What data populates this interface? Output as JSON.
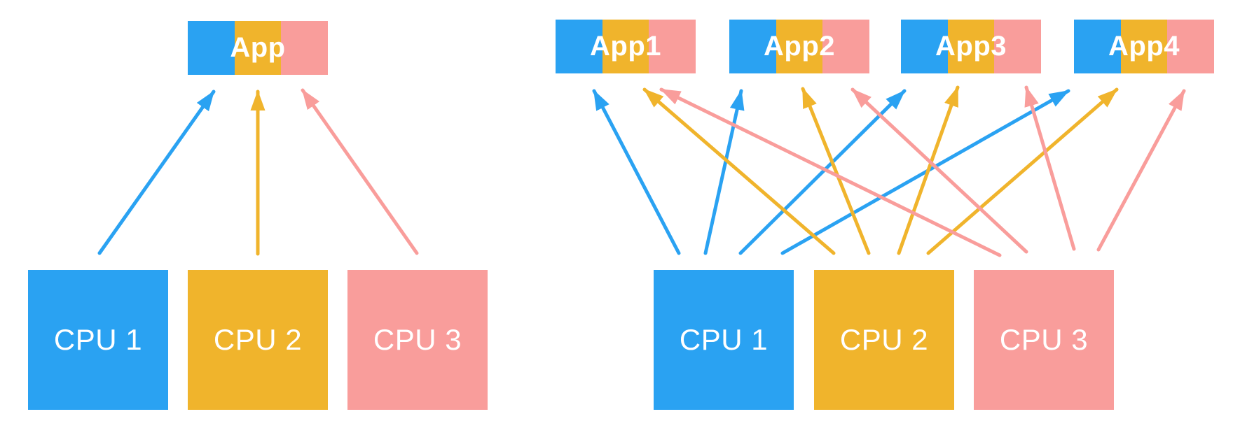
{
  "diagram": {
    "title_hint": "CPU to App scheduling diagram",
    "colors": {
      "blue": "#2AA2F2",
      "yellow": "#F0B42C",
      "pink": "#F99D9B"
    },
    "left": {
      "app": {
        "label": "App"
      },
      "cpus": [
        {
          "label": "CPU 1",
          "color": "blue"
        },
        {
          "label": "CPU 2",
          "color": "yellow"
        },
        {
          "label": "CPU 3",
          "color": "pink"
        }
      ],
      "connections": [
        {
          "from": "CPU 1",
          "to": "App",
          "color": "blue"
        },
        {
          "from": "CPU 2",
          "to": "App",
          "color": "yellow"
        },
        {
          "from": "CPU 3",
          "to": "App",
          "color": "pink"
        }
      ]
    },
    "right": {
      "apps": [
        {
          "label": "App1"
        },
        {
          "label": "App2"
        },
        {
          "label": "App3"
        },
        {
          "label": "App4"
        }
      ],
      "cpus": [
        {
          "label": "CPU 1",
          "color": "blue"
        },
        {
          "label": "CPU 2",
          "color": "yellow"
        },
        {
          "label": "CPU 3",
          "color": "pink"
        }
      ],
      "connections": [
        {
          "from": "CPU 1",
          "to": "App1",
          "color": "blue"
        },
        {
          "from": "CPU 1",
          "to": "App2",
          "color": "blue"
        },
        {
          "from": "CPU 1",
          "to": "App3",
          "color": "blue"
        },
        {
          "from": "CPU 1",
          "to": "App4",
          "color": "blue"
        },
        {
          "from": "CPU 2",
          "to": "App1",
          "color": "yellow"
        },
        {
          "from": "CPU 2",
          "to": "App2",
          "color": "yellow"
        },
        {
          "from": "CPU 2",
          "to": "App3",
          "color": "yellow"
        },
        {
          "from": "CPU 2",
          "to": "App4",
          "color": "yellow"
        },
        {
          "from": "CPU 3",
          "to": "App1",
          "color": "pink"
        },
        {
          "from": "CPU 3",
          "to": "App2",
          "color": "pink"
        },
        {
          "from": "CPU 3",
          "to": "App3",
          "color": "pink"
        },
        {
          "from": "CPU 3",
          "to": "App4",
          "color": "pink"
        }
      ]
    }
  }
}
